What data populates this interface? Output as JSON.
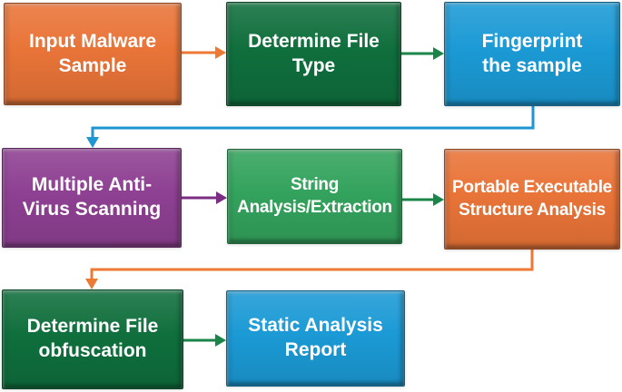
{
  "diagram": {
    "type": "flowchart",
    "description": "Static malware analysis process flow",
    "background": "#FFFFFF",
    "text_color": "#FFFFFF",
    "palette": {
      "orange": "#E97438",
      "dark_green": "#0F6F3D",
      "medium_green": "#33A35D",
      "blue": "#1B9AD5",
      "purple": "#8E4092",
      "arrow_orange": "#EC7A35",
      "arrow_green": "#1B8549",
      "arrow_blue": "#1E96D2",
      "arrow_purple": "#7B2D83"
    },
    "nodes": [
      {
        "id": "input-malware-sample",
        "label": [
          "Input Malware",
          "Sample"
        ],
        "color": "orange"
      },
      {
        "id": "determine-file-type",
        "label": [
          "Determine File",
          "Type"
        ],
        "color": "dark_green"
      },
      {
        "id": "fingerprint-the-sample",
        "label": [
          "Fingerprint",
          "the sample"
        ],
        "color": "blue"
      },
      {
        "id": "multiple-anti-virus-scanning",
        "label": [
          "Multiple Anti-",
          "Virus Scanning"
        ],
        "color": "purple"
      },
      {
        "id": "string-analysis-extraction",
        "label": [
          "String",
          "Analysis/Extraction"
        ],
        "color": "medium_green"
      },
      {
        "id": "portable-executable-structure-analysis",
        "label": [
          "Portable Executable",
          "Structure Analysis"
        ],
        "color": "orange"
      },
      {
        "id": "determine-file-obfuscation",
        "label": [
          "Determine File",
          "obfuscation"
        ],
        "color": "dark_green"
      },
      {
        "id": "static-analysis-report",
        "label": [
          "Static Analysis",
          "Report"
        ],
        "color": "blue"
      }
    ],
    "edges": [
      {
        "from": "input-malware-sample",
        "to": "determine-file-type",
        "color": "arrow_orange",
        "style": "straight"
      },
      {
        "from": "determine-file-type",
        "to": "fingerprint-the-sample",
        "color": "arrow_green",
        "style": "straight"
      },
      {
        "from": "fingerprint-the-sample",
        "to": "multiple-anti-virus-scanning",
        "color": "arrow_blue",
        "style": "elbow"
      },
      {
        "from": "multiple-anti-virus-scanning",
        "to": "string-analysis-extraction",
        "color": "arrow_purple",
        "style": "straight"
      },
      {
        "from": "string-analysis-extraction",
        "to": "portable-executable-structure-analysis",
        "color": "arrow_green",
        "style": "straight"
      },
      {
        "from": "portable-executable-structure-analysis",
        "to": "determine-file-obfuscation",
        "color": "arrow_orange",
        "style": "elbow"
      },
      {
        "from": "determine-file-obfuscation",
        "to": "static-analysis-report",
        "color": "arrow_green",
        "style": "straight"
      }
    ]
  }
}
